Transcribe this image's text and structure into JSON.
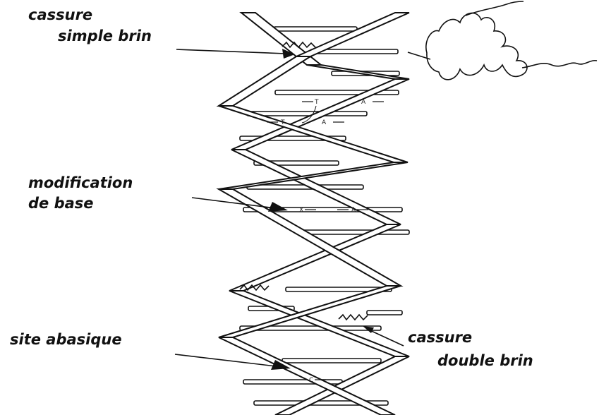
{
  "labels": {
    "single_strand_break": [
      "cassure",
      "simple brin"
    ],
    "base_modification": [
      "modification",
      "de base"
    ],
    "abasic_site": "site abasique",
    "double_strand_break": [
      "cassure",
      "double brin"
    ]
  },
  "bases": {
    "t_upper": "T",
    "a_upper": "A",
    "t_lower": "T",
    "a_lower": "A",
    "modified": "X",
    "pair_of_modified": "A",
    "abasic_partner": "C"
  }
}
